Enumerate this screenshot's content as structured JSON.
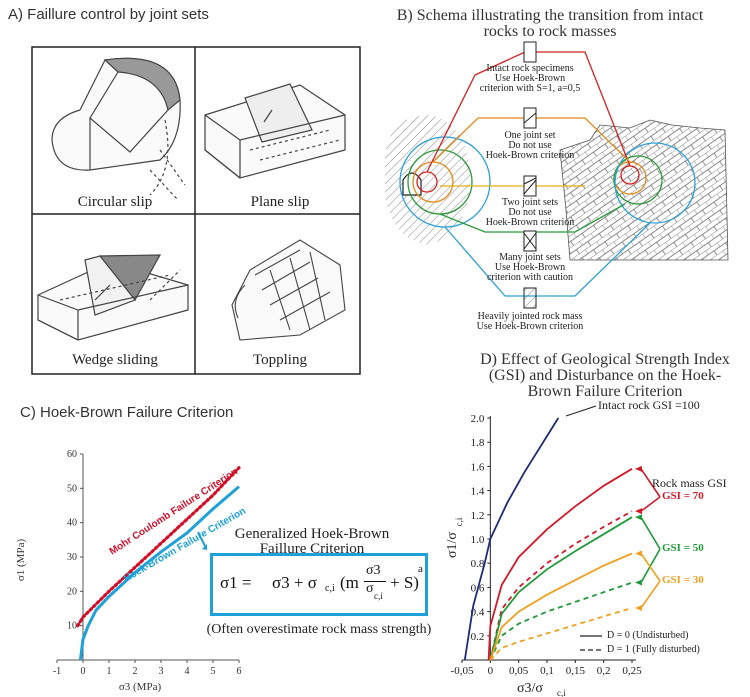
{
  "panelA": {
    "title": "A) Faillure control by joint sets",
    "labels": [
      "Circular slip",
      "Plane slip",
      "Wedge sliding",
      "Toppling"
    ]
  },
  "panelB": {
    "title_line1": "B) Schema illustrating the transition from intact",
    "title_line2": "rocks to rock masses",
    "steps": [
      {
        "l1": "Intact rock specimens",
        "l2": "Use Hoek-Brown",
        "l3": "criterion with S=1, a=0,5",
        "color": "#d42020"
      },
      {
        "l1": "One joint set",
        "l2": "Do not use",
        "l3": "Hoek-Brown criterion",
        "color": "#e08a1a"
      },
      {
        "l1": "Two joint sets",
        "l2": "Do not use",
        "l3": "Hoek-Brown criterion",
        "color": "#e0b01a"
      },
      {
        "l1": "Many joint sets",
        "l2": "Use Hoek-Brown",
        "l3": "criterion with caution",
        "color": "#2a9a3a"
      },
      {
        "l1": "Heavily jointed rock mass",
        "l2": "Use Hoek-Brown criterion",
        "l3": "",
        "color": "#2aa0d8"
      }
    ]
  },
  "panelC": {
    "title": "C) Hoek-Brown Failure Criterion",
    "ylabel": "σ1 (MPa)",
    "xlabel": "σ3 (MPa)",
    "mohr_label": "Mohr Coulomb Failure Criterion",
    "hb_label": "Hoek-Brown Failure Criterion",
    "gen_title_1": "Generalized Hoek-Brown",
    "gen_title_2": "Faillure Criterion",
    "formula_lhs": "σ1 =",
    "formula_s3": "σ3 + σ",
    "formula_sub": "c,i",
    "formula_m": "(m",
    "formula_frac_num": "σ3",
    "formula_frac_den": "σ",
    "formula_frac_den_sub": "c,i",
    "formula_plus_s": "+ S)",
    "formula_exp": "a",
    "note": "(Often overestimate rock mass strength)",
    "colors": {
      "mohr": "#d0102a",
      "hb": "#1ea0d8"
    }
  },
  "panelD": {
    "title_line1": "D) Effect of Geological Strength Index",
    "title_line2": "(GSI) and Disturbance on the Hoek-",
    "title_line3": "Brown Failure Criterion",
    "intact_label": "Intact rock GSI =100",
    "rockmass_label": "Rock mass GSI",
    "gsi_labels": [
      {
        "text": "GSI = 70",
        "color": "#d01a2a"
      },
      {
        "text": "GSI = 50",
        "color": "#1f9a3a"
      },
      {
        "text": "GSI = 30",
        "color": "#f0a020"
      }
    ],
    "legend_solid": "D = 0 (Undisturbed)",
    "legend_dash": "D = 1 (Fully disturbed)",
    "ylabel_main": "σ1/σ",
    "ylabel_sub": "c,i",
    "xlabel_main": "σ3/σ",
    "xlabel_sub": "c,i"
  },
  "chart_data": [
    {
      "type": "line",
      "title": "C) Hoek-Brown Failure Criterion",
      "xlabel": "σ3 (MPa)",
      "ylabel": "σ1 (MPa)",
      "xlim": [
        -1,
        6
      ],
      "ylim": [
        0,
        60
      ],
      "x_ticks": [
        -1,
        0,
        1,
        2,
        3,
        4,
        5,
        6
      ],
      "y_ticks": [
        10,
        20,
        30,
        40,
        50,
        60
      ],
      "grid": false,
      "series": [
        {
          "name": "Mohr Coulomb Failure Criterion",
          "style": "dotted",
          "color": "#d0102a",
          "x": [
            -0.2,
            0,
            1,
            2,
            3,
            4,
            5,
            6
          ],
          "y": [
            10,
            12.5,
            20,
            27,
            34,
            41,
            48,
            56
          ]
        },
        {
          "name": "Hoek-Brown Failure Criterion",
          "style": "solid",
          "color": "#1ea0d8",
          "x": [
            -0.1,
            0,
            0.2,
            0.5,
            1,
            2,
            3,
            4,
            5,
            6
          ],
          "y": [
            0,
            6,
            10,
            14.5,
            18.5,
            25.5,
            31.5,
            37,
            44,
            50.5
          ]
        }
      ]
    },
    {
      "type": "line",
      "title": "D) Effect of Geological Strength Index (GSI) and Disturbance on the Hoek-Brown Failure Criterion",
      "xlabel": "σ3/σc,i",
      "ylabel": "σ1/σc,i",
      "xlim": [
        -0.05,
        0.25
      ],
      "ylim": [
        0,
        2.0
      ],
      "x_ticks": [
        -0.05,
        0,
        0.05,
        0.1,
        0.15,
        0.2,
        0.25
      ],
      "x_tick_labels": [
        "-0,05",
        "0",
        "0,05",
        "0,1",
        "0,15",
        "0,2",
        "0,25"
      ],
      "y_ticks": [
        0.2,
        0.4,
        0.6,
        0.8,
        1.0,
        1.2,
        1.4,
        1.6,
        1.8,
        2.0
      ],
      "grid": false,
      "legend": "bottom-right",
      "series": [
        {
          "name": "Intact rock GSI =100",
          "color": "#1e2a7a",
          "style": "solid",
          "x": [
            -0.045,
            -0.03,
            -0.01,
            0,
            0.03,
            0.06,
            0.1,
            0.12
          ],
          "y": [
            0,
            0.45,
            0.8,
            1.0,
            1.3,
            1.55,
            1.85,
            2.0
          ]
        },
        {
          "name": "GSI = 70",
          "color": "#d01a2a",
          "style": "solid",
          "x": [
            -0.003,
            0,
            0.02,
            0.05,
            0.1,
            0.15,
            0.2,
            0.25
          ],
          "y": [
            0,
            0.28,
            0.62,
            0.85,
            1.08,
            1.27,
            1.44,
            1.58
          ]
        },
        {
          "name": "GSI = 70",
          "color": "#d01a2a",
          "style": "dashed",
          "x": [
            0,
            0.02,
            0.05,
            0.1,
            0.15,
            0.2,
            0.25
          ],
          "y": [
            0,
            0.42,
            0.6,
            0.8,
            0.96,
            1.1,
            1.23
          ]
        },
        {
          "name": "GSI = 50",
          "color": "#1f9a3a",
          "style": "solid",
          "x": [
            0,
            0.02,
            0.05,
            0.1,
            0.15,
            0.2,
            0.25
          ],
          "y": [
            0,
            0.38,
            0.56,
            0.75,
            0.9,
            1.04,
            1.18
          ]
        },
        {
          "name": "GSI = 50",
          "color": "#1f9a3a",
          "style": "dashed",
          "x": [
            0,
            0.02,
            0.05,
            0.1,
            0.15,
            0.2,
            0.25
          ],
          "y": [
            0,
            0.2,
            0.3,
            0.4,
            0.48,
            0.56,
            0.64
          ]
        },
        {
          "name": "GSI = 30",
          "color": "#f0a020",
          "style": "solid",
          "x": [
            0,
            0.02,
            0.05,
            0.1,
            0.15,
            0.2,
            0.25
          ],
          "y": [
            0,
            0.27,
            0.4,
            0.54,
            0.66,
            0.78,
            0.88
          ]
        },
        {
          "name": "GSI = 30",
          "color": "#f0a020",
          "style": "dashed",
          "x": [
            0,
            0.02,
            0.05,
            0.1,
            0.15,
            0.2,
            0.25
          ],
          "y": [
            0,
            0.1,
            0.15,
            0.22,
            0.29,
            0.36,
            0.43
          ]
        }
      ]
    }
  ]
}
